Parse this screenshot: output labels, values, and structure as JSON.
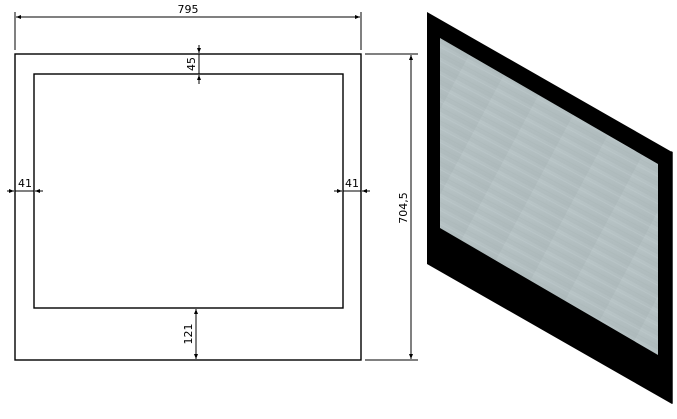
{
  "drawing": {
    "front_view": {
      "overall_width": "795",
      "overall_height": "704,5",
      "top_border": "45",
      "bottom_border": "121",
      "left_border": "41",
      "right_border": "41"
    },
    "iso_view": {
      "frame_color": "#000000",
      "glass_color": "#b4c0c2"
    }
  }
}
